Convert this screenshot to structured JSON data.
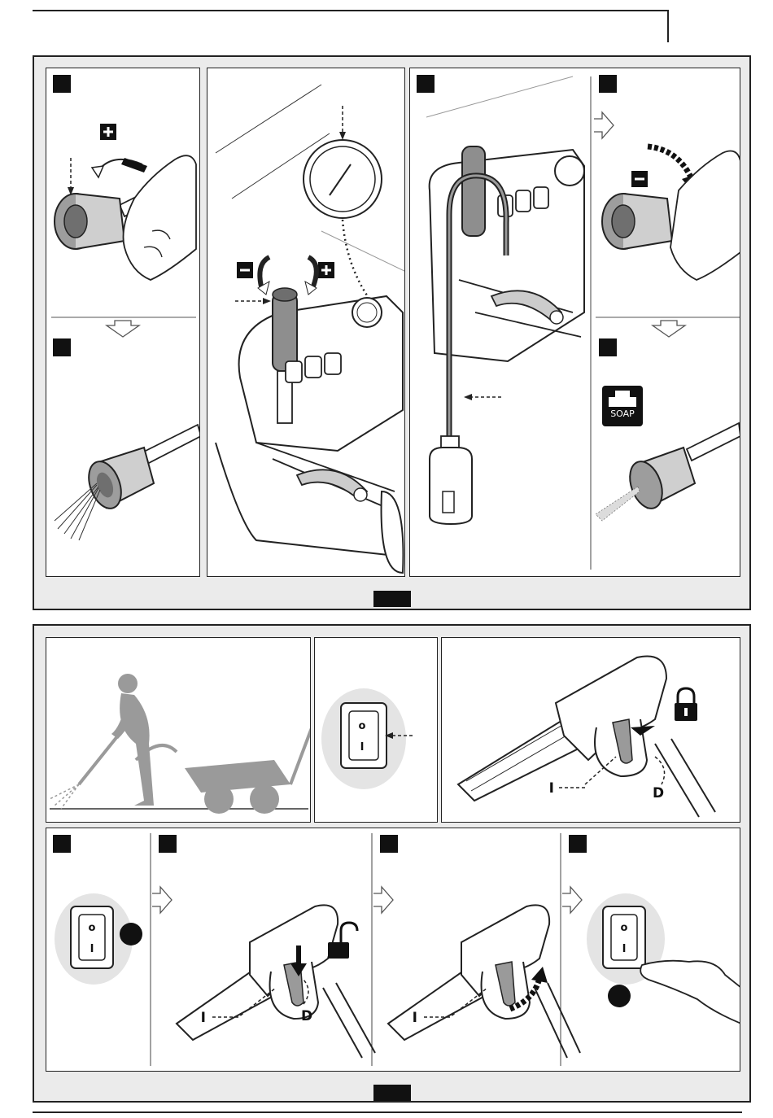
{
  "labels": {
    "trigger_I": "I",
    "trigger_D": "D",
    "soap": "SOAP",
    "switch_off": "o",
    "switch_on": "I"
  },
  "icons": [
    "plus-icon",
    "minus-icon",
    "rotate-arrow-icon",
    "pressure-gauge-icon",
    "lock-icon",
    "unlock-icon",
    "soap-icon",
    "power-switch-icon",
    "down-arrow-icon",
    "right-arrow-icon"
  ],
  "colors": {
    "line": "#222222",
    "frame_bg": "#ebebeb",
    "grey_figure": "#9a9a9a",
    "step_marker": "#111111"
  }
}
